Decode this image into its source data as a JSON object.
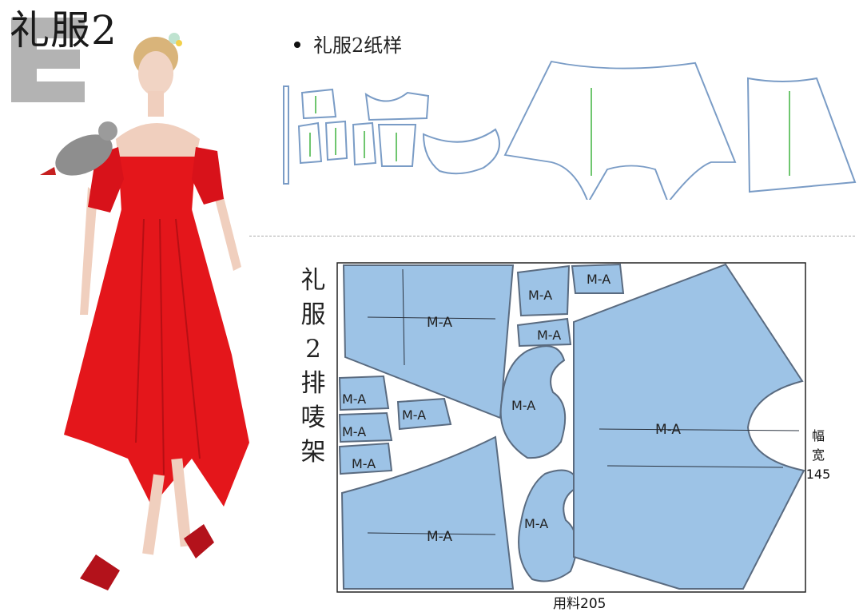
{
  "page": {
    "title": "礼服2",
    "watermark_letter": "E",
    "bullet": "礼服2纸样"
  },
  "marker": {
    "side_title_chars": [
      "礼",
      "服",
      "2",
      "排",
      "唛",
      "架"
    ],
    "piece_label": "M-A",
    "width_label_chars": [
      "幅",
      "宽",
      "145"
    ],
    "usage_label": "用料205"
  },
  "colors": {
    "piece_fill": "#9dc3e6",
    "piece_stroke": "#5a6b80",
    "dress_red": "#e4161b",
    "pattern_outline": "#7a9cc6",
    "grainline": "#3fb33f"
  }
}
